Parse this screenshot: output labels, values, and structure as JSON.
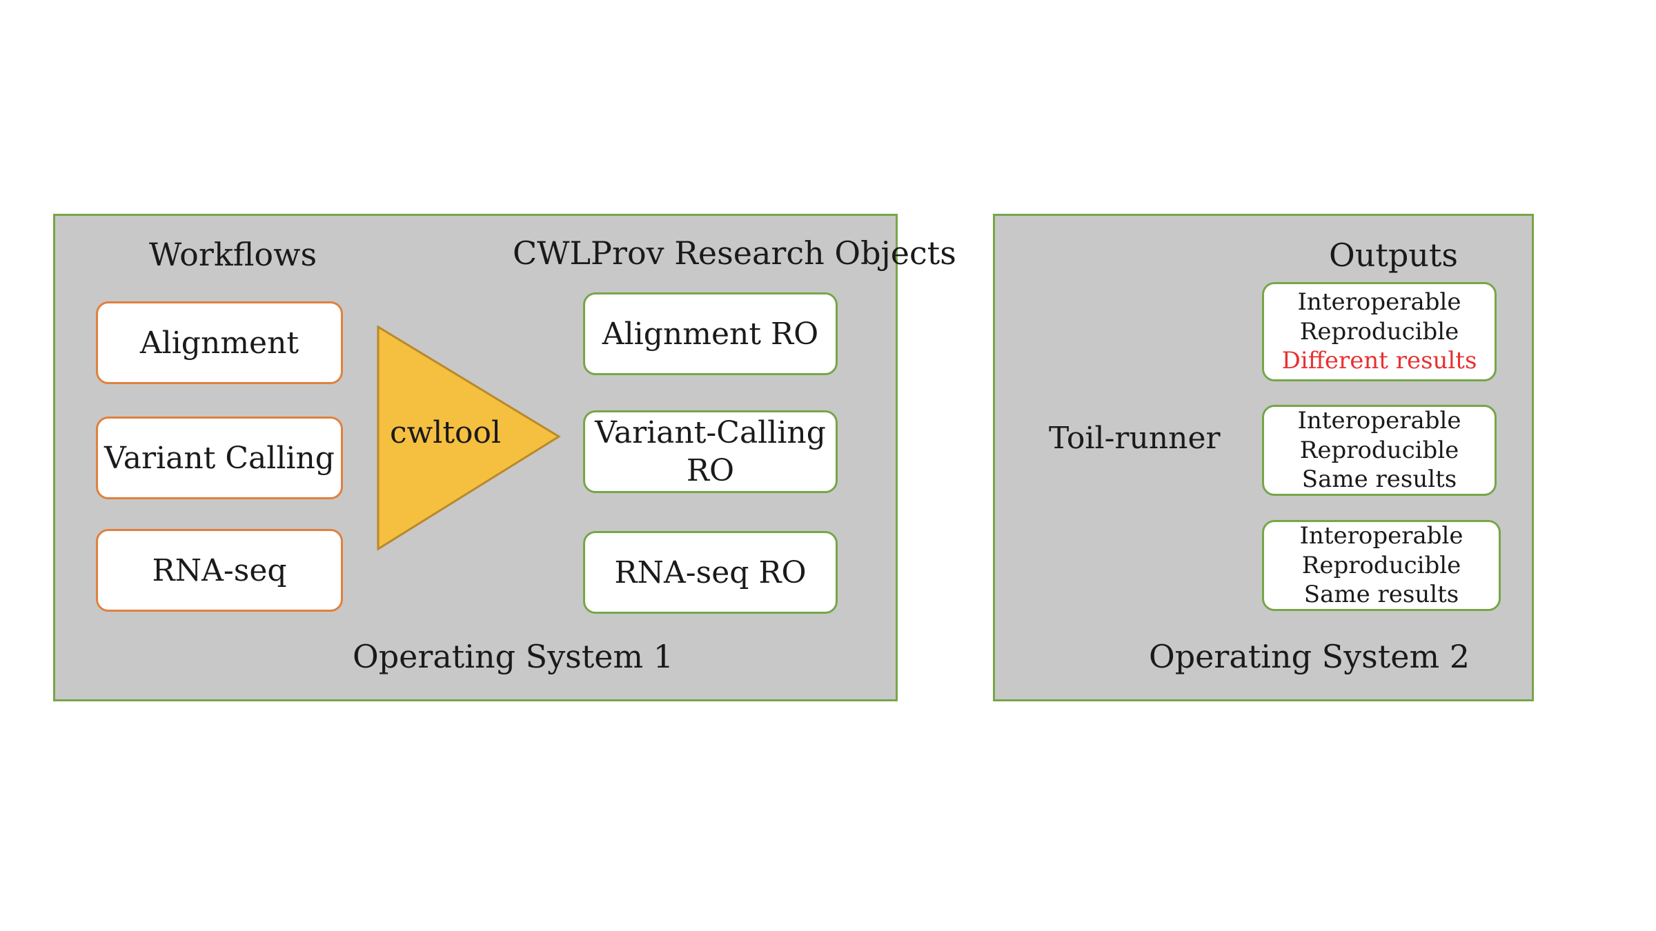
{
  "panel1": {
    "workflows_heading": "Workflows",
    "ro_heading": "CWLProv Research Objects",
    "workflows": [
      {
        "label": "Alignment"
      },
      {
        "label": "Variant Calling"
      },
      {
        "label": "RNA-seq"
      }
    ],
    "engine": "cwltool",
    "research_objects": [
      {
        "line1": "Alignment RO",
        "line2": ""
      },
      {
        "line1": "Variant-Calling",
        "line2": "RO"
      },
      {
        "line1": "RNA-seq RO",
        "line2": ""
      }
    ],
    "os_label": "Operating System 1"
  },
  "panel2": {
    "outputs_heading": "Outputs",
    "engine": "Toil-runner",
    "outputs": [
      {
        "line1": "Interoperable",
        "line2": "Reproducible",
        "line3": "Different results"
      },
      {
        "line1": "Interoperable",
        "line2": "Reproducible",
        "line3": "Same results"
      },
      {
        "line1": "Interoperable",
        "line2": "Reproducible",
        "line3": "Same results"
      }
    ],
    "os_label": "Operating System 2"
  },
  "colors": {
    "panel_fill": "#c8c8c8",
    "panel_border": "#76a648",
    "workflow_border": "#e0803c",
    "ro_border": "#76a648",
    "triangle_fill": "#f5bf40",
    "triangle_stroke": "#b8892a",
    "highlight_text": "#e83030"
  }
}
